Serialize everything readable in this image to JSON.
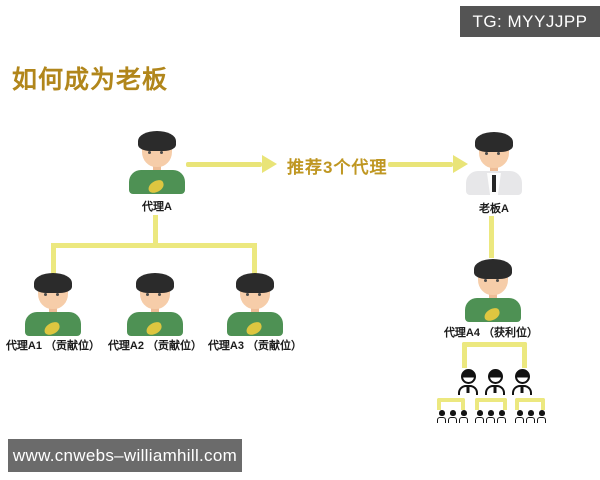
{
  "badge": {
    "text": "TG: MYYJJPP"
  },
  "title": "如何成为老板",
  "diagram": {
    "arrow_label": "推荐3个代理",
    "nodes": {
      "agent_a": {
        "label": "代理A"
      },
      "boss_a": {
        "label": "老板A"
      },
      "agent_a1": {
        "label": "代理A1 （贡献位）"
      },
      "agent_a2": {
        "label": "代理A2 （贡献位）"
      },
      "agent_a3": {
        "label": "代理A3 （贡献位）"
      },
      "agent_a4": {
        "label": "代理A4 （获利位）"
      }
    },
    "icons": {
      "agent_avatar": "green-shirt-man-avatar",
      "boss_avatar": "gray-suit-man-avatar",
      "member": "person-silhouette-icon",
      "submember": "small-person-silhouette-icon"
    }
  },
  "footer": {
    "url": "www.cnwebs–williamhill.com"
  },
  "colors": {
    "title_gold": "#b1861b",
    "arrow_text_gold": "#bf9722",
    "connector_yellow": "#ece87f",
    "badge_bg": "#545454",
    "footer_bg": "#6b6b6b",
    "shirt_green": "#4e9154",
    "suit_gray": "#e7e7e9"
  }
}
